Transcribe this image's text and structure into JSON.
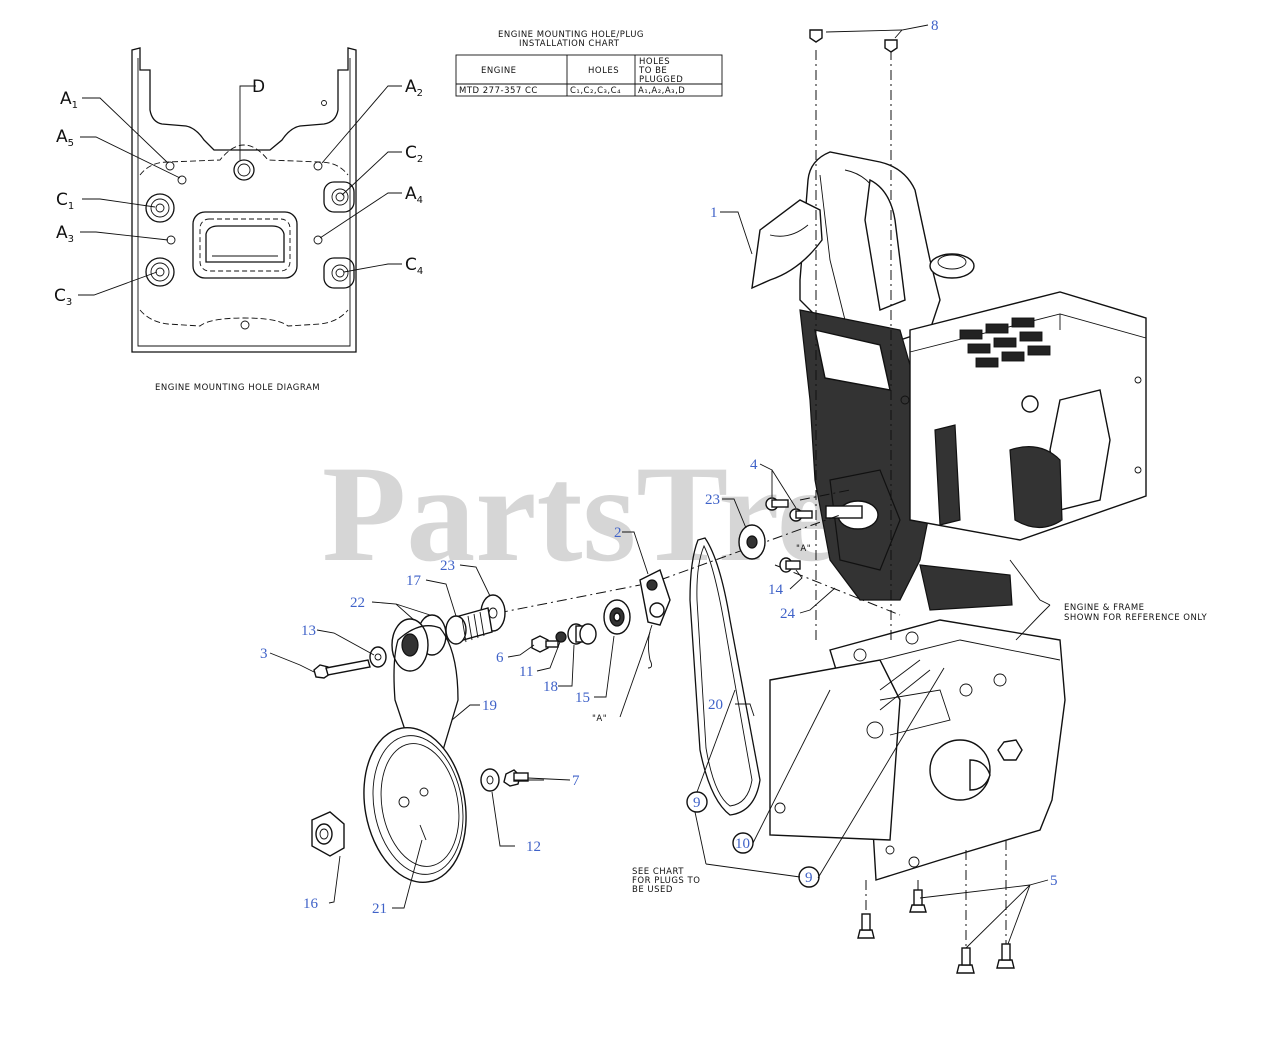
{
  "chart": {
    "title_line1": "ENGINE MOUNTING HOLE/PLUG",
    "title_line2": "INSTALLATION CHART",
    "headers": {
      "engine": "ENGINE",
      "holes": "HOLES",
      "plugged_1": "HOLES",
      "plugged_2": "TO BE",
      "plugged_3": "PLUGGED"
    },
    "row": {
      "engine": "MTD 277-357 CC",
      "holes": "C₁,C₂,C₃,C₄",
      "plugged": "A₁,A₂,A₃,D"
    }
  },
  "diagram": {
    "caption": "ENGINE MOUNTING HOLE DIAGRAM",
    "labels": {
      "A1": "A",
      "A1_sub": "1",
      "A5": "A",
      "A5_sub": "5",
      "C1": "C",
      "C1_sub": "1",
      "A3": "A",
      "A3_sub": "3",
      "C3": "C",
      "C3_sub": "3",
      "D": "D",
      "A2": "A",
      "A2_sub": "2",
      "C2": "C",
      "C2_sub": "2",
      "A4": "A",
      "A4_sub": "4",
      "C4": "C",
      "C4_sub": "4"
    }
  },
  "notes": {
    "reference_1": "ENGINE & FRAME",
    "reference_2": "SHOWN FOR REFERENCE ONLY",
    "see_chart_1": "SEE CHART",
    "see_chart_2": "FOR PLUGS TO",
    "see_chart_3": "BE USED",
    "a_mark_1": "\"A\"",
    "a_mark_2": "\"A\""
  },
  "callouts": {
    "p1": "1",
    "p2": "2",
    "p3": "3",
    "p4": "4",
    "p5": "5",
    "p6": "6",
    "p7": "7",
    "p8": "8",
    "p9a": "9",
    "p9b": "9",
    "p10": "10",
    "p11": "11",
    "p12": "12",
    "p13": "13",
    "p14": "14",
    "p15": "15",
    "p16": "16",
    "p17": "17",
    "p18": "18",
    "p19": "19",
    "p20": "20",
    "p21": "21",
    "p22": "22",
    "p23a": "23",
    "p23b": "23",
    "p24": "24"
  },
  "watermark": "PartsTree",
  "colors": {
    "callout": "#3f62c8",
    "line": "#111111",
    "watermark": "#cfcfcf"
  }
}
